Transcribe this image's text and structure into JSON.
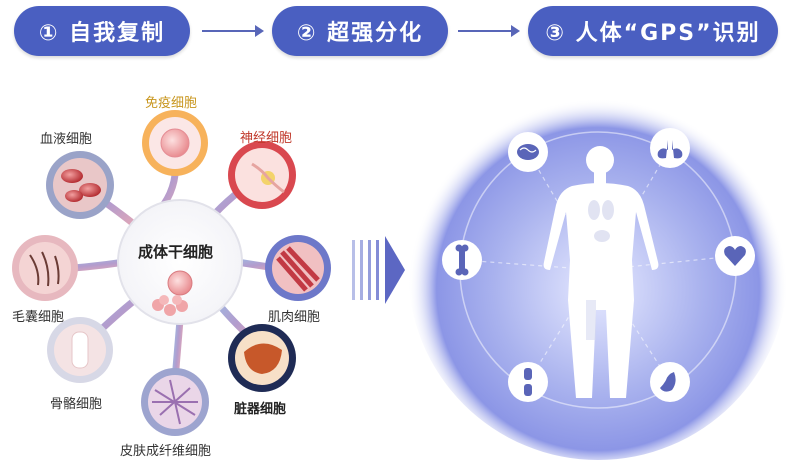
{
  "steps": [
    {
      "label": "① 自我复制"
    },
    {
      "label": "② 超强分化"
    },
    {
      "label": "③ 人体“GPS”识别"
    }
  ],
  "hub": {
    "label": "成体干细胞"
  },
  "cells": {
    "immune": "免疫细胞",
    "nerve": "神经细胞",
    "muscle": "肌肉细胞",
    "organ": "脏器细胞",
    "fibroblast": "皮肤成纤维细胞",
    "bone": "骨骼细胞",
    "hair": "毛囊细胞",
    "blood": "血液细胞"
  },
  "body_icons": [
    "brain-icon",
    "lungs-icon",
    "heart-icon",
    "stomach-icon",
    "knee-icon",
    "bone-icon"
  ]
}
